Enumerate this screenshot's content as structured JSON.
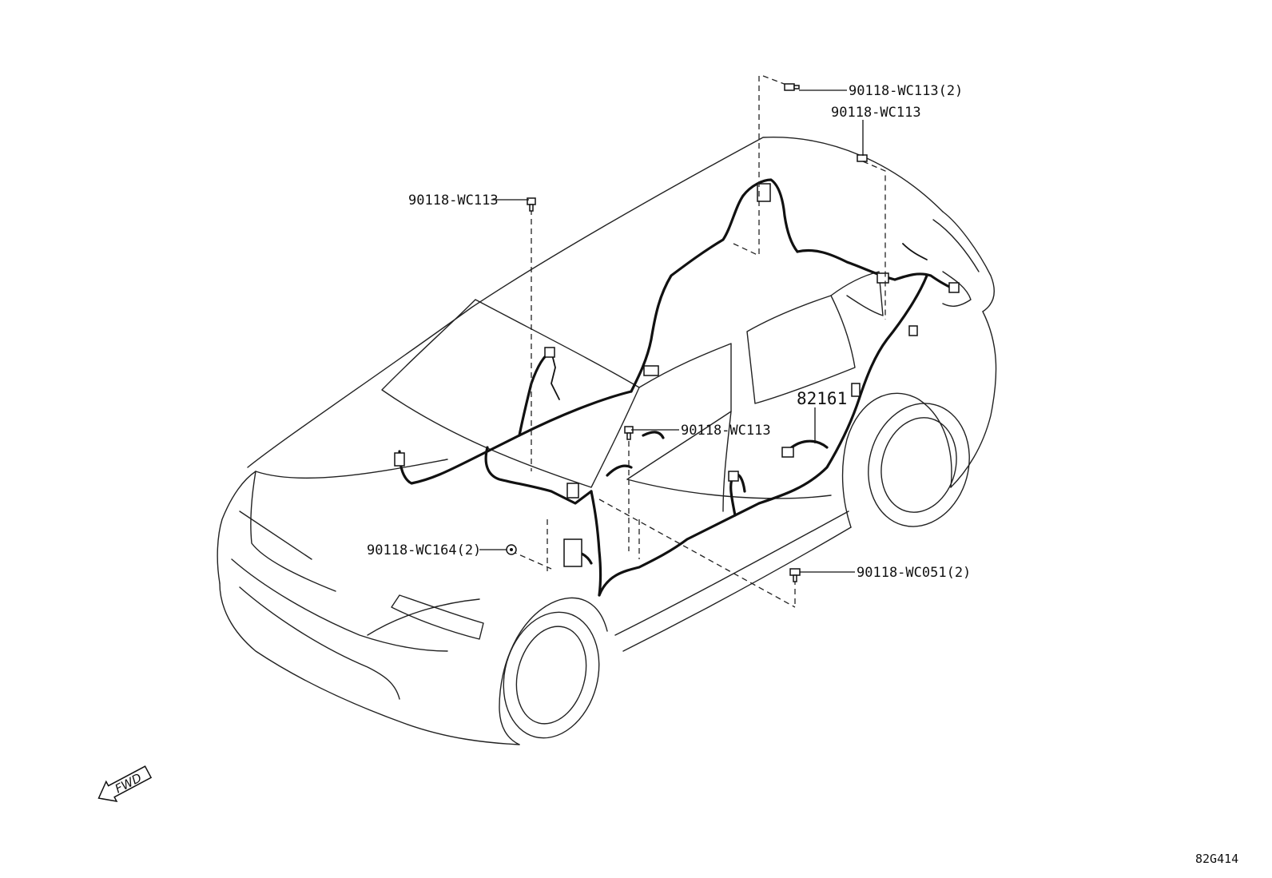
{
  "labels": {
    "bolt_top_a": "90118-WC113(2)",
    "bolt_top_b": "90118-WC113",
    "bolt_left": "90118-WC113",
    "bolt_mid": "90118-WC113",
    "part_main": "82161",
    "nut_front": "90118-WC164(2)",
    "bolt_bottom": "90118-WC051(2)",
    "fwd": "FWD",
    "diagram_code": "82G414"
  }
}
